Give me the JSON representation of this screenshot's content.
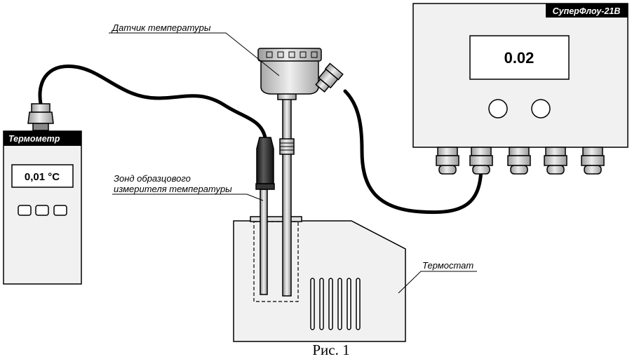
{
  "thermometer": {
    "title": "Термометр",
    "reading": "0,01 °C"
  },
  "controller": {
    "title": "СуперФлоу-21В",
    "reading": "0.02"
  },
  "labels": {
    "sensor": "Датчик температуры",
    "probe_line1": "Зонд образцового",
    "probe_line2": "измерителя температуры",
    "thermostat": "Термостат"
  },
  "caption": "Рис. 1"
}
